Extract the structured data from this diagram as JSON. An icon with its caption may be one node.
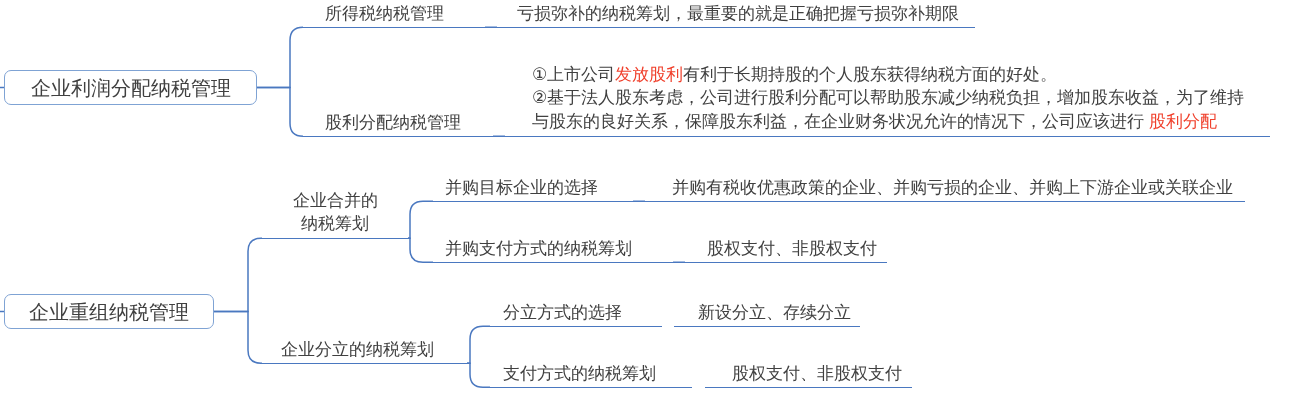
{
  "diagram": {
    "nodes": [
      {
        "text": [
          "企业利润分配纳税管理"
        ]
      },
      {
        "text": [
          "所得税纳税管理"
        ]
      },
      {
        "text": [
          "亏损弥补的纳税筹划，最重要的就是正确把握亏损弥补期限"
        ]
      },
      {
        "text": [
          "股利分配纳税管理"
        ]
      },
      {
        "text": [
          "①上市公司**发放股利**有利于长期持股的个人股东获得纳税方面的好处。",
          "②基于法人股东考虑，公司进行股利分配可以帮助股东减少纳税负担，增加股东收益，为了维持与股东的良好关系，保障股东利益，在企业财务状况允许的情况下，公司应该进行 **股利分配**"
        ]
      },
      {
        "text": [
          "企业重组纳税管理"
        ]
      },
      {
        "text": [
          "企业合并的纳税筹划"
        ]
      },
      {
        "text": [
          "并购目标企业的选择"
        ]
      },
      {
        "text": [
          "并购有税收优惠政策的企业、并购亏损的企业、并购上下游企业或关联企业"
        ]
      },
      {
        "text": [
          "并购支付方式的纳税筹划"
        ]
      },
      {
        "text": [
          "股权支付、非股权支付"
        ]
      },
      {
        "text": [
          "企业分立的纳税筹划"
        ]
      },
      {
        "text": [
          "分立方式的选择"
        ]
      },
      {
        "text": [
          "新设分立、存续分立"
        ]
      },
      {
        "text": [
          "支付方式的纳税筹划"
        ]
      },
      {
        "text": [
          "股权支付、非股权支付"
        ]
      }
    ],
    "edges": [
      {
        "from": null,
        "to": 0,
        "arrow": "none"
      },
      {
        "from": 0,
        "to": 1,
        "arrow": "none"
      },
      {
        "from": 0,
        "to": 3,
        "arrow": "none"
      },
      {
        "from": 1,
        "to": 2,
        "arrow": "none"
      },
      {
        "from": 3,
        "to": 4,
        "arrow": "none"
      },
      {
        "from": null,
        "to": 5,
        "arrow": "none"
      },
      {
        "from": 5,
        "to": 6,
        "arrow": "none"
      },
      {
        "from": 5,
        "to": 11,
        "arrow": "none"
      },
      {
        "from": 6,
        "to": 7,
        "arrow": "none"
      },
      {
        "from": 6,
        "to": 9,
        "arrow": "none"
      },
      {
        "from": 7,
        "to": 8,
        "arrow": "none"
      },
      {
        "from": 9,
        "to": 10,
        "arrow": "none"
      },
      {
        "from": 11,
        "to": 12,
        "arrow": "none"
      },
      {
        "from": 11,
        "to": 14,
        "arrow": "none"
      }
    ]
  }
}
